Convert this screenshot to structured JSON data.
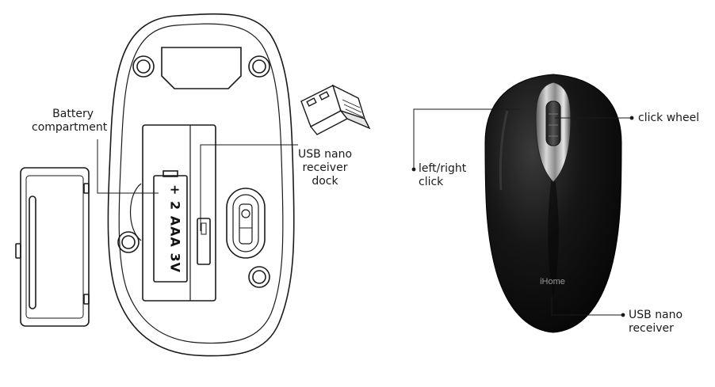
{
  "labels": {
    "battery_compartment": [
      "Battery",
      "compartment"
    ],
    "usb_dock": [
      "USB nano",
      "receiver",
      "dock"
    ],
    "left_right_click": [
      "left/right",
      "click"
    ],
    "click_wheel": "click wheel",
    "usb_receiver": [
      "USB nano",
      "receiver"
    ]
  },
  "battery_text": "+ 2 AAA 3V",
  "brand_logo": "iHome",
  "colors": {
    "outline": "#1a1a1a",
    "mouse_body": "#141414",
    "wheel_chrome": "#9a9a9a",
    "background": "#ffffff"
  }
}
